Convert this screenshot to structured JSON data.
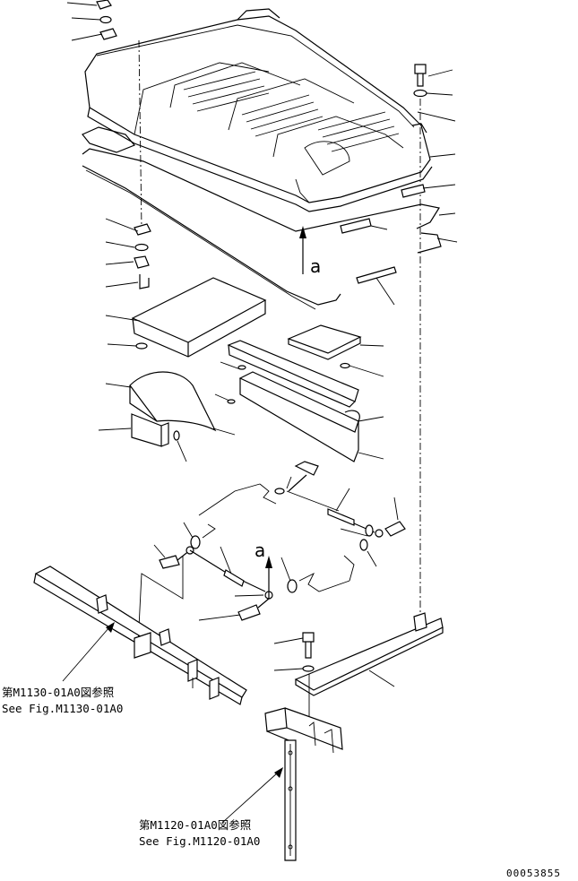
{
  "references": [
    {
      "jp": "第M1130-01A0図参照",
      "en": "See Fig.M1130-01A0"
    },
    {
      "jp": "第M1120-01A0図参照",
      "en": "See Fig.M1120-01A0"
    }
  ],
  "view_labels": {
    "upper": "a",
    "lower": "a"
  },
  "drawing_code": "00053855"
}
